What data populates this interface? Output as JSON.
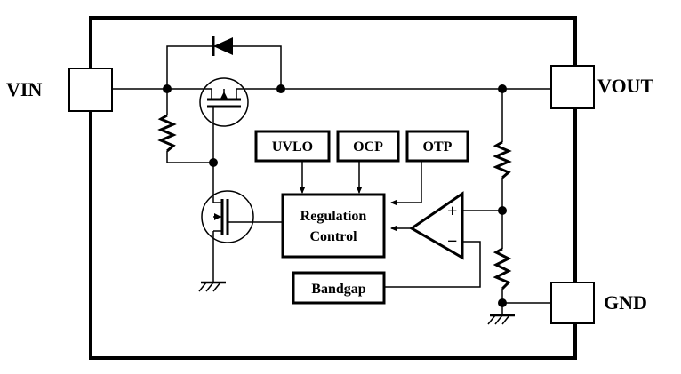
{
  "pins": {
    "vin": "VIN",
    "vout": "VOUT",
    "gnd": "GND"
  },
  "blocks": {
    "uvlo": "UVLO",
    "ocp": "OCP",
    "otp": "OTP",
    "regulation_line1": "Regulation",
    "regulation_line2": "Control",
    "bandgap": "Bandgap"
  },
  "amplifier": {
    "plus": "+",
    "minus": "−"
  }
}
